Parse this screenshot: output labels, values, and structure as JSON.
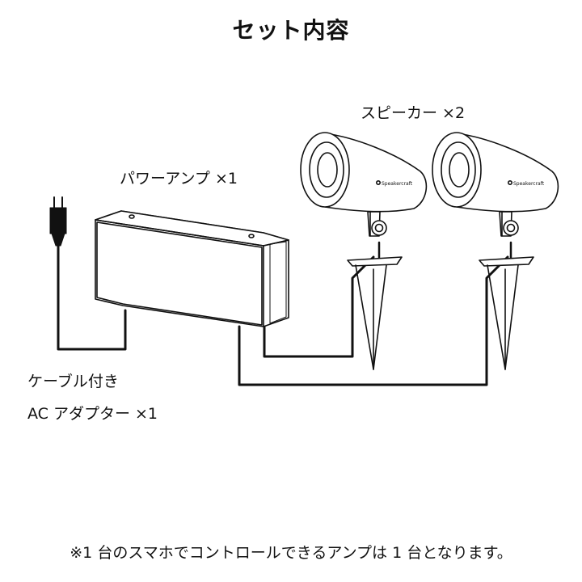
{
  "title": "セット内容",
  "items": {
    "amplifier": "パワーアンプ ×1",
    "speakers": "スピーカー ×2",
    "adapter_line1": "ケーブル付き",
    "adapter_line2": "AC アダプター ×1"
  },
  "note": "※1 台のスマホでコントロールできるアンプは 1 台となります。",
  "colors": {
    "line": "#111111",
    "background": "#ffffff"
  },
  "icons": [
    "plug-icon",
    "amplifier-icon",
    "speaker-icon",
    "speaker-icon",
    "cable-icon"
  ]
}
